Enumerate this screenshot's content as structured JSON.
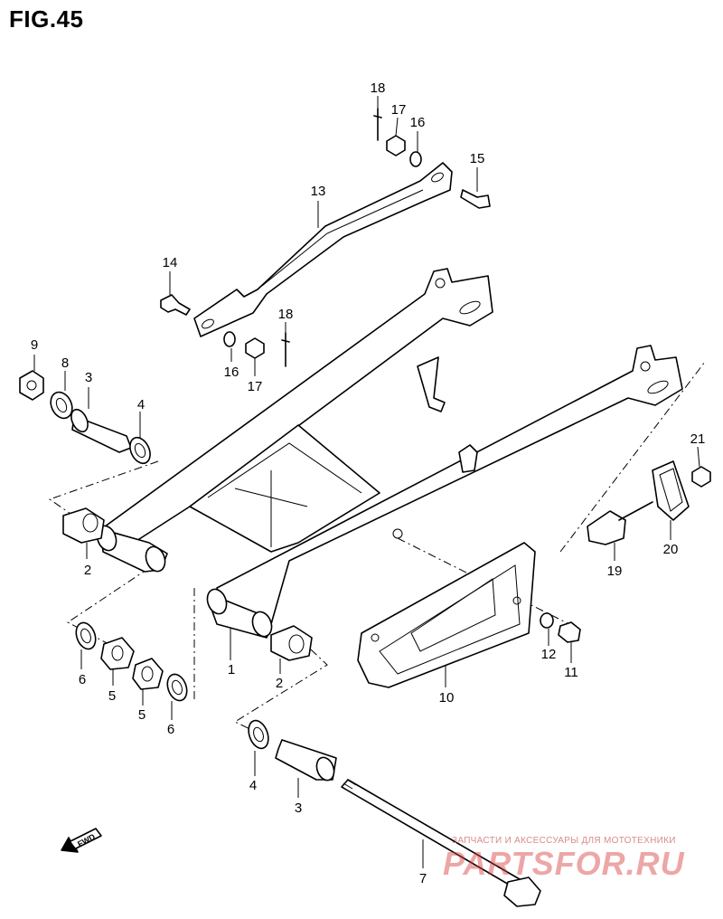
{
  "figure": {
    "title": "FIG.45"
  },
  "parts": [
    {
      "id": "label-1",
      "text": "1"
    },
    {
      "id": "label-2a",
      "text": "2"
    },
    {
      "id": "label-2b",
      "text": "2"
    },
    {
      "id": "label-3a",
      "text": "3"
    },
    {
      "id": "label-3b",
      "text": "3"
    },
    {
      "id": "label-4a",
      "text": "4"
    },
    {
      "id": "label-4b",
      "text": "4"
    },
    {
      "id": "label-5a",
      "text": "5"
    },
    {
      "id": "label-5b",
      "text": "5"
    },
    {
      "id": "label-6a",
      "text": "6"
    },
    {
      "id": "label-6b",
      "text": "6"
    },
    {
      "id": "label-7",
      "text": "7"
    },
    {
      "id": "label-8",
      "text": "8"
    },
    {
      "id": "label-9",
      "text": "9"
    },
    {
      "id": "label-10",
      "text": "10"
    },
    {
      "id": "label-11",
      "text": "11"
    },
    {
      "id": "label-12",
      "text": "12"
    },
    {
      "id": "label-13",
      "text": "13"
    },
    {
      "id": "label-14",
      "text": "14"
    },
    {
      "id": "label-15",
      "text": "15"
    },
    {
      "id": "label-16a",
      "text": "16"
    },
    {
      "id": "label-16b",
      "text": "16"
    },
    {
      "id": "label-17a",
      "text": "17"
    },
    {
      "id": "label-17b",
      "text": "17"
    },
    {
      "id": "label-18a",
      "text": "18"
    },
    {
      "id": "label-18b",
      "text": "18"
    },
    {
      "id": "label-19",
      "text": "19"
    },
    {
      "id": "label-20",
      "text": "20"
    },
    {
      "id": "label-21",
      "text": "21"
    }
  ],
  "direction_marker": {
    "text": "FWD"
  },
  "watermark": {
    "tagline": "ЗАПЧАСТИ И АКСЕССУАРЫ ДЛЯ МОТОТЕХНИКИ",
    "brand": "PARTSFOR.RU"
  },
  "colors": {
    "ink": "#000000",
    "watermark": "#d83a3a"
  }
}
